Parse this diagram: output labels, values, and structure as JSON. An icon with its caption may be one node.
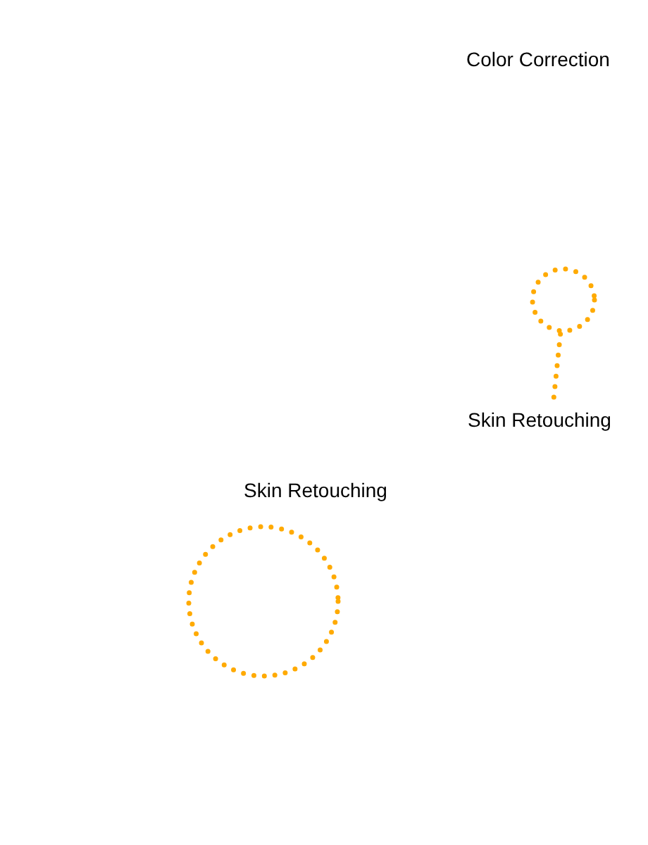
{
  "diagram": {
    "nodes": [
      {
        "text": [],
        "shape": "circle"
      },
      {
        "text": [
          "Skin Retouching"
        ]
      },
      {
        "text": [],
        "shape": "circle",
        "beside": [
          "Skin Retouching"
        ]
      }
    ],
    "edges": [
      {
        "from": 1,
        "to": 0,
        "arrow": "none"
      }
    ],
    "labels": [
      "Color Correction"
    ]
  }
}
